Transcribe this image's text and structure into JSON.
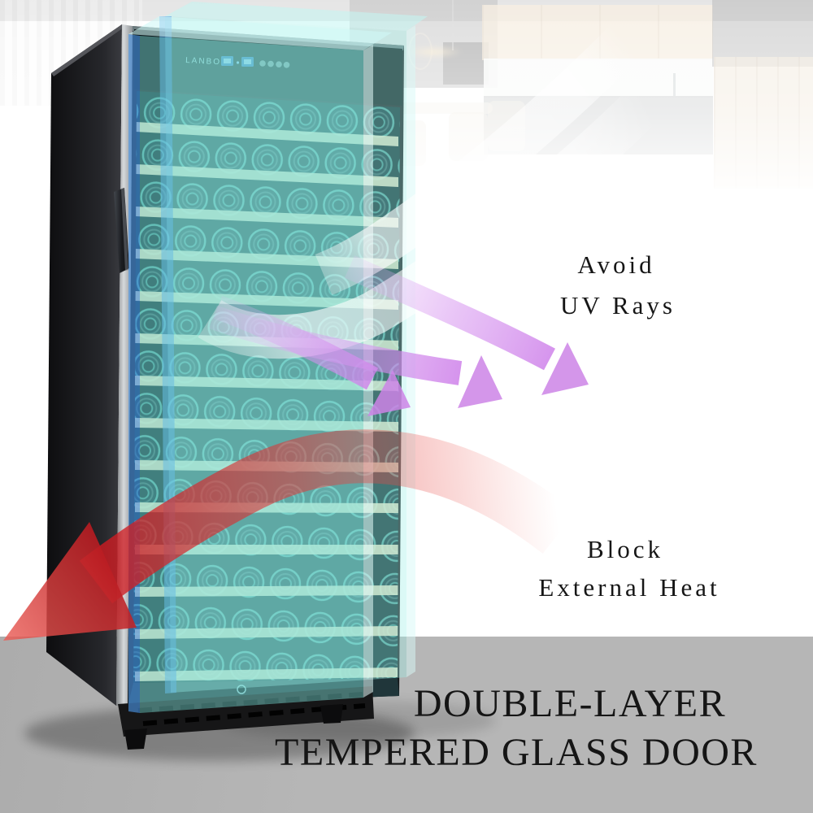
{
  "annotations": {
    "avoid_line1": "Avoid",
    "avoid_line2": "UV Rays",
    "block_line1": "Block",
    "block_line2": "External Heat"
  },
  "title": {
    "line1": "DOUBLE-LAYER",
    "line2": "TEMPERED GLASS DOOR"
  },
  "product": {
    "brand": "LANBO",
    "shelf_count": 14
  },
  "colors": {
    "glass_overlay_cyan": "#7fe0da",
    "glass_edge_blue": "#4f96e8",
    "uv_arrow_purple": "#cd84e6",
    "heat_arrow_red": "#c81722",
    "floor_gray": "#b6b6b6",
    "cabinet_black": "#17181a",
    "shelf_cream": "#e9e4c4",
    "kitchen_wood": "#ecdabe",
    "label_text": "#161616"
  }
}
